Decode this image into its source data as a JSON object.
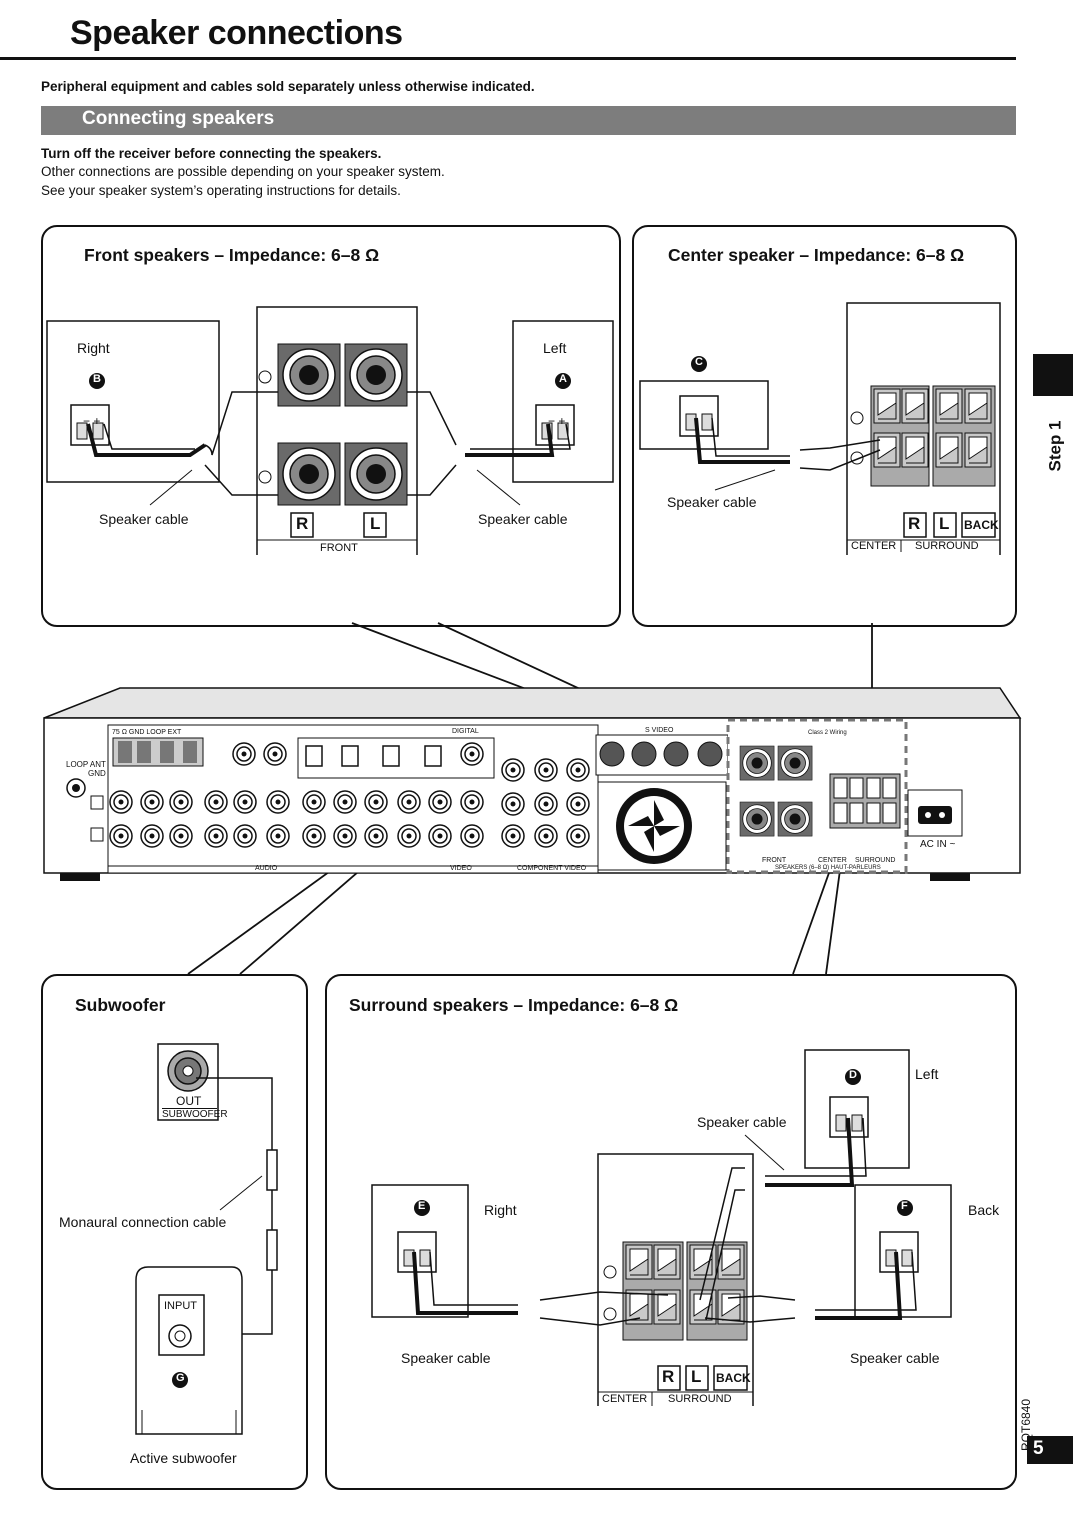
{
  "page": {
    "title": "Speaker connections",
    "peripheral_note": "Peripheral equipment and cables sold separately unless otherwise indicated.",
    "section_title": "Connecting speakers",
    "note_bold": "Turn off the receiver before connecting the speakers.",
    "note_line2": "Other connections are possible depending on your speaker system.",
    "note_line3": "See your speaker system’s operating instructions for details.",
    "step_label": "Step 1",
    "doc_code": "RQT6840",
    "page_number": "5"
  },
  "front_panel": {
    "title": "Front speakers – Impedance: 6–8 Ω",
    "right_label": "Right",
    "left_label": "Left",
    "marker_b": "B",
    "marker_a": "A",
    "cable_left": "Speaker cable",
    "cable_right": "Speaker cable",
    "terminal_r": "R",
    "terminal_l": "L",
    "terminal_caption": "FRONT",
    "minus_plus": "− +"
  },
  "center_panel": {
    "title": "Center speaker – Impedance: 6–8 Ω",
    "marker_c": "C",
    "cable": "Speaker cable",
    "r": "R",
    "l": "L",
    "back": "BACK",
    "center_caption": "CENTER",
    "surround_caption": "SURROUND"
  },
  "receiver": {
    "loop_ant": "LOOP ANT",
    "gnd": "GND",
    "loop_labels": "75 Ω  GND  LOOP  EXT",
    "digital": "DIGITAL",
    "s_video": "S VIDEO",
    "class2": "Class 2 Wiring",
    "ac_in": "AC IN ~",
    "audio": "AUDIO",
    "video": "VIDEO",
    "component": "COMPONENT VIDEO",
    "front": "FRONT",
    "center": "CENTER",
    "surround": "SURROUND",
    "speakers_caption": "SPEAKERS (6–8 Ω) HAUT-PARLEURS"
  },
  "subwoofer_panel": {
    "title": "Subwoofer",
    "out": "OUT",
    "subwoofer_caption": "SUBWOOFER",
    "mono_cable": "Monaural connection cable",
    "input": "INPUT",
    "marker_g": "G",
    "active_sub": "Active subwoofer"
  },
  "surround_panel": {
    "title": "Surround speakers – Impedance: 6–8 Ω",
    "marker_d": "D",
    "left_label": "Left",
    "cable_top": "Speaker cable",
    "marker_e": "E",
    "right_label": "Right",
    "marker_f": "F",
    "back_label": "Back",
    "cable_left": "Speaker cable",
    "cable_right": "Speaker cable",
    "r": "R",
    "l": "L",
    "back": "BACK",
    "center_caption": "CENTER",
    "surround_caption": "SURROUND"
  }
}
